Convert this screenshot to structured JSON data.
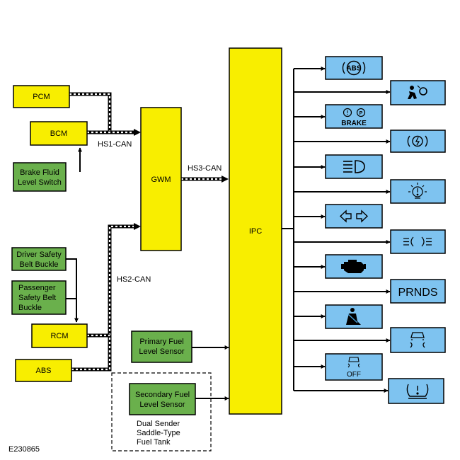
{
  "figure_id": "E230865",
  "colors": {
    "module": "#f8ee00",
    "sensor": "#6ab04c",
    "indicator": "#7ec3f0",
    "line": "#000000"
  },
  "modules": {
    "pcm": "PCM",
    "bcm": "BCM",
    "gwm": "GWM",
    "ipc": "IPC",
    "rcm": "RCM",
    "abs": "ABS"
  },
  "sensors": {
    "brake_fluid": [
      "Brake Fluid",
      "Level Switch"
    ],
    "driver_belt": [
      "Driver Safety",
      "Belt Buckle"
    ],
    "passenger_belt": [
      "Passenger",
      "Safety Belt",
      "Buckle"
    ],
    "primary_fuel": [
      "Primary Fuel",
      "Level Sensor"
    ],
    "secondary_fuel": [
      "Secondary Fuel",
      "Level Sensor"
    ]
  },
  "tank_label": [
    "Dual Sender",
    "Saddle-Type",
    "Fuel Tank"
  ],
  "bus_labels": {
    "hs1": "HS1-CAN",
    "hs2": "HS2-CAN",
    "hs3": "HS3-CAN"
  },
  "indicators": [
    {
      "name": "abs-warning",
      "icon": "abs-icon",
      "text": "ABS"
    },
    {
      "name": "airbag-warning",
      "icon": "airbag-icon",
      "text": ""
    },
    {
      "name": "brake-warning",
      "icon": "brake-icon",
      "text": "BRAKE"
    },
    {
      "name": "electric-park-brake",
      "icon": "epb-icon",
      "text": ""
    },
    {
      "name": "high-beam",
      "icon": "high-beam-icon",
      "text": ""
    },
    {
      "name": "bulb-failure",
      "icon": "bulb-failure-icon",
      "text": ""
    },
    {
      "name": "turn-signals",
      "icon": "turn-signal-icon",
      "text": ""
    },
    {
      "name": "side-lamps",
      "icon": "side-lamp-icon",
      "text": ""
    },
    {
      "name": "check-engine",
      "icon": "engine-icon",
      "text": ""
    },
    {
      "name": "prnds",
      "icon": "prnds-icon",
      "text": "PRNDS"
    },
    {
      "name": "seatbelt-reminder",
      "icon": "seatbelt-icon",
      "text": ""
    },
    {
      "name": "traction-control",
      "icon": "traction-control-icon",
      "text": ""
    },
    {
      "name": "traction-control-off",
      "icon": "traction-off-icon",
      "text": "OFF"
    },
    {
      "name": "tire-pressure",
      "icon": "tpms-icon",
      "text": ""
    }
  ]
}
